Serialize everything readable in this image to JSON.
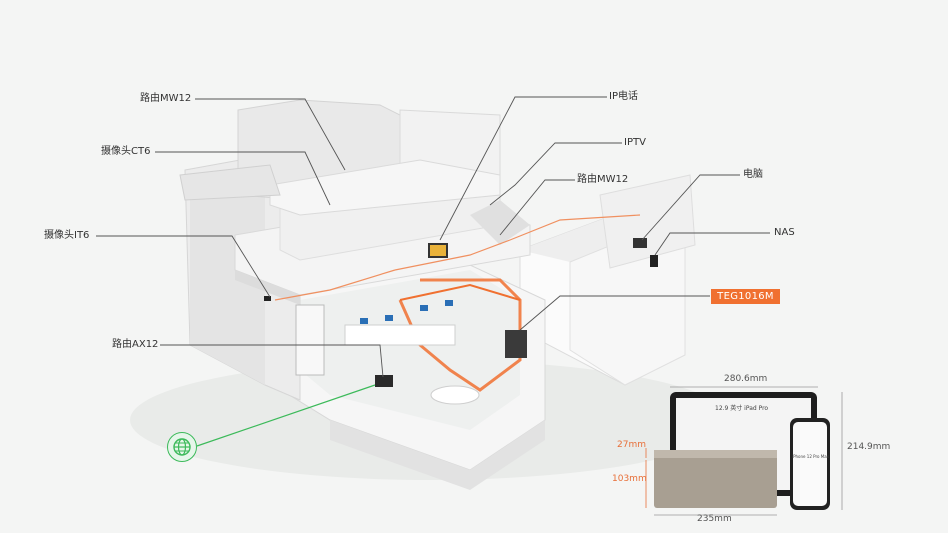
{
  "labels": {
    "router_mw12_top": "路由MW12",
    "camera_ct6": "摄像头CT6",
    "camera_it6": "摄像头IT6",
    "router_ax12": "路由AX12",
    "ip_phone": "IP电话",
    "iptv": "IPTV",
    "router_mw12_mid": "路由MW12",
    "computer": "电脑",
    "nas": "NAS",
    "switch_model": "TEG1016M"
  },
  "size_comparison": {
    "width_top": "280.6mm",
    "height_right": "214.9mm",
    "depth_top": "27mm",
    "height_left": "103mm",
    "width_bottom": "235mm",
    "ipad_label": "12.9 英寸 iPad Pro",
    "iphone_label": "iPhone 12 Pro Max"
  },
  "colors": {
    "accent_orange": "#f07030",
    "network_green": "#3cba5a",
    "leader_line": "#555555"
  },
  "icons": {
    "globe": "globe-icon"
  }
}
